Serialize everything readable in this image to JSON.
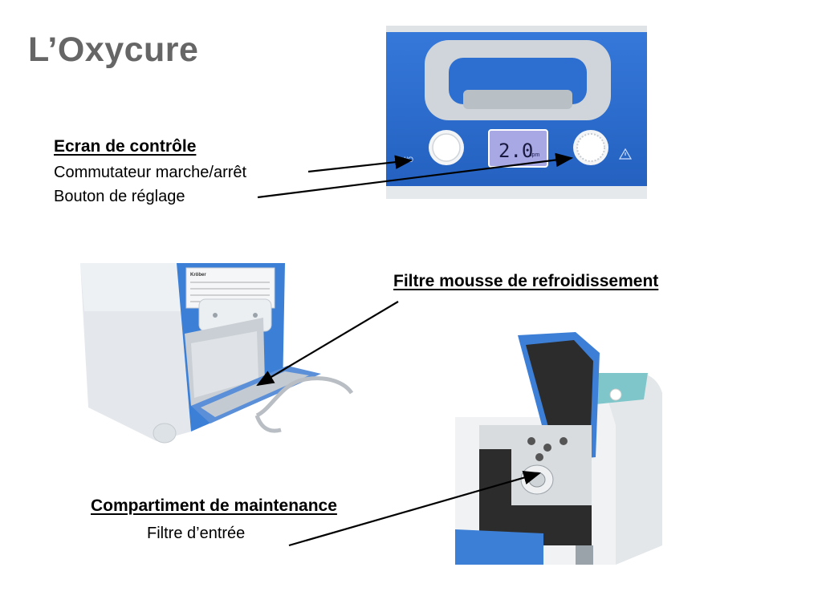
{
  "slide": {
    "title": "L’Oxycure"
  },
  "control_panel": {
    "heading": "Ecran de contrôle",
    "line1": "Commutateur marche/arrêt",
    "line2": "Bouton de réglage",
    "display_value": "2.0",
    "display_unit": "lpm",
    "switch_mark": "I/O"
  },
  "filter": {
    "heading": "Filtre mousse de refroidissement"
  },
  "maintenance": {
    "heading": "Compartiment de maintenance",
    "line1": "Filtre d’entrée"
  },
  "colors": {
    "title": "#666666",
    "device_blue": "#2f6fd0",
    "device_white": "#eef1f3",
    "lcd": "#a9a9e6",
    "foam": "#2a2a2a"
  }
}
